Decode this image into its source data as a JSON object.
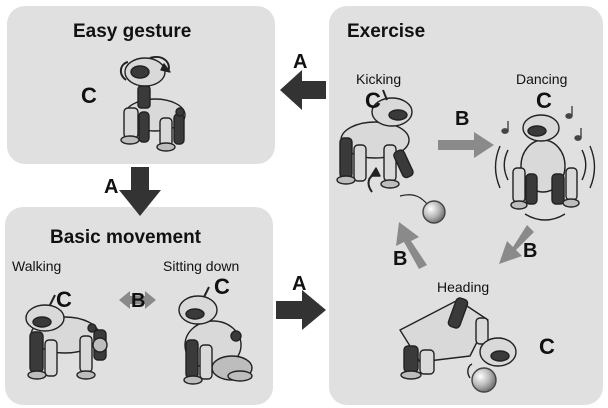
{
  "panels": {
    "easy_gesture": {
      "title": "Easy gesture",
      "state": "C"
    },
    "basic_movement": {
      "title": "Basic movement",
      "walking": {
        "label": "Walking",
        "state": "C"
      },
      "sitting": {
        "label": "Sitting down",
        "state": "C"
      },
      "transition": "B"
    },
    "exercise": {
      "title": "Exercise",
      "kicking": {
        "label": "Kicking",
        "state": "C"
      },
      "dancing": {
        "label": "Dancing",
        "state": "C"
      },
      "heading": {
        "label": "Heading",
        "state": "C"
      },
      "transition_kick_dance": "B",
      "transition_dance_head": "B",
      "transition_head_kick": "B"
    }
  },
  "arrows": {
    "exercise_to_easy": "A",
    "easy_to_basic": "A",
    "basic_to_exercise": "A"
  },
  "colors": {
    "panel": "#e0e0e0",
    "dark_arrow": "#333333",
    "gray_arrow": "#8a8a8a",
    "robot_silver": "#d9d9d9",
    "robot_dark": "#3a3a3a"
  }
}
